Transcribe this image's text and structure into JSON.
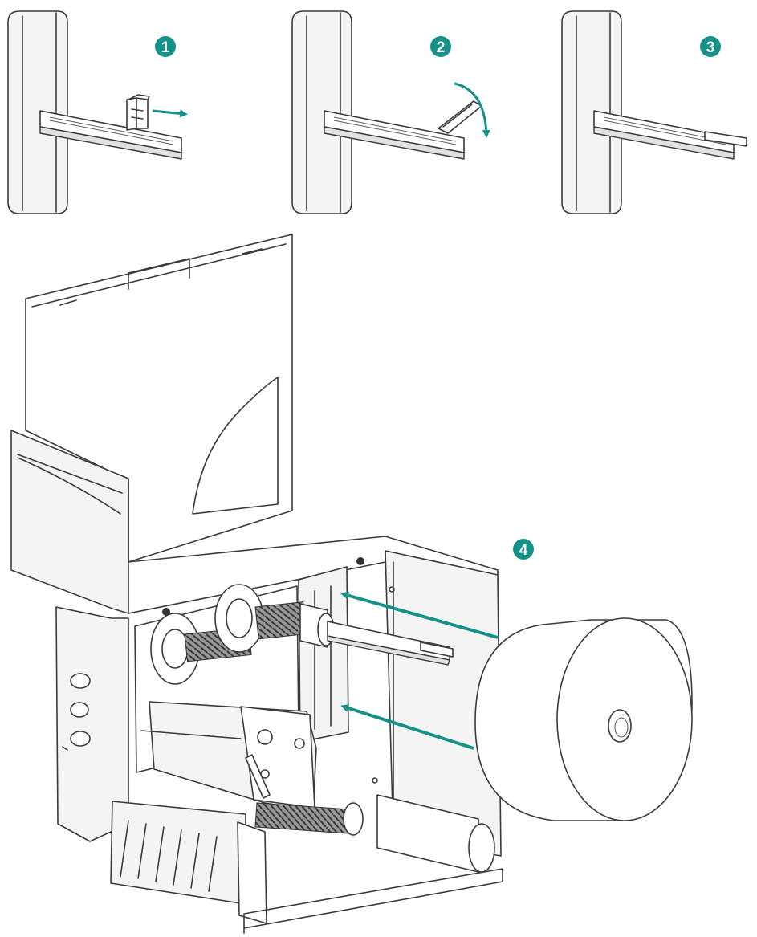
{
  "steps": [
    {
      "label": "1"
    },
    {
      "label": "2"
    },
    {
      "label": "3"
    },
    {
      "label": "4"
    }
  ],
  "colors": {
    "accent": "#14928a",
    "line": "#3a3a3a",
    "panel": "#f4f4f4"
  },
  "icons": {
    "step_1": "push-tab-right-arrow",
    "step_2": "rotate-tab-down-arrow",
    "step_3": "flat-tab",
    "step_4": "insert-roll-arrows"
  }
}
